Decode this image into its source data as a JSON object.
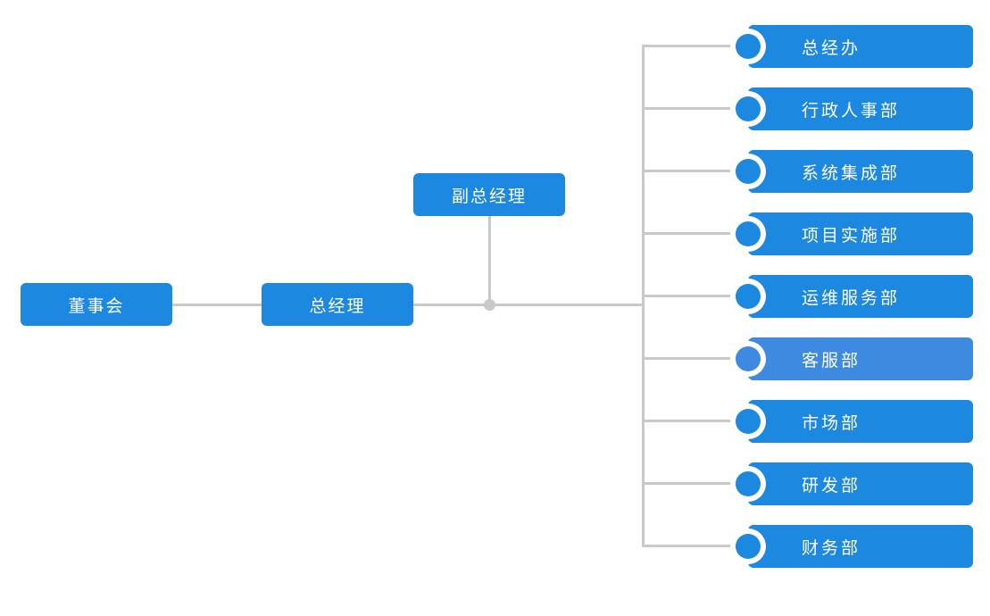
{
  "chart_data": {
    "type": "diagram",
    "title": "",
    "diagram_kind": "organization-chart",
    "orientation": "left-to-right",
    "root": "董事会",
    "nodes": [
      {
        "id": "board",
        "label": "董事会",
        "level": 0,
        "style": "box"
      },
      {
        "id": "gm",
        "label": "总经理",
        "level": 1,
        "style": "box"
      },
      {
        "id": "deputy",
        "label": "副总经理",
        "level": 2,
        "style": "box"
      },
      {
        "id": "dept-1",
        "label": "总经办",
        "level": 3,
        "style": "bar"
      },
      {
        "id": "dept-2",
        "label": "行政人事部",
        "level": 3,
        "style": "bar"
      },
      {
        "id": "dept-3",
        "label": "系统集成部",
        "level": 3,
        "style": "bar"
      },
      {
        "id": "dept-4",
        "label": "项目实施部",
        "level": 3,
        "style": "bar"
      },
      {
        "id": "dept-5",
        "label": "运维服务部",
        "level": 3,
        "style": "bar"
      },
      {
        "id": "dept-6",
        "label": "客服部",
        "level": 3,
        "style": "bar"
      },
      {
        "id": "dept-7",
        "label": "市场部",
        "level": 3,
        "style": "bar"
      },
      {
        "id": "dept-8",
        "label": "研发部",
        "level": 3,
        "style": "bar"
      },
      {
        "id": "dept-9",
        "label": "财务部",
        "level": 3,
        "style": "bar"
      }
    ],
    "edges": [
      {
        "from": "board",
        "to": "gm"
      },
      {
        "from": "gm",
        "to": "deputy"
      },
      {
        "from": "gm",
        "to": "dept-1"
      },
      {
        "from": "gm",
        "to": "dept-2"
      },
      {
        "from": "gm",
        "to": "dept-3"
      },
      {
        "from": "gm",
        "to": "dept-4"
      },
      {
        "from": "gm",
        "to": "dept-5"
      },
      {
        "from": "gm",
        "to": "dept-6"
      },
      {
        "from": "gm",
        "to": "dept-7"
      },
      {
        "from": "gm",
        "to": "dept-8"
      },
      {
        "from": "gm",
        "to": "dept-9"
      }
    ],
    "colors": {
      "node_fill": "#1d88e0",
      "node_fill_active": "#3d8ae0",
      "node_text": "#ffffff",
      "connector": "#c9c9c9",
      "background": "#ffffff"
    },
    "active_node": "dept-6"
  },
  "top_nodes": {
    "board": {
      "label": "董事会"
    },
    "general_manager": {
      "label": "总经理"
    },
    "deputy_general_manager": {
      "label": "副总经理"
    }
  },
  "departments": [
    {
      "label": "总经办",
      "active": false
    },
    {
      "label": "行政人事部",
      "active": false
    },
    {
      "label": "系统集成部",
      "active": false
    },
    {
      "label": "项目实施部",
      "active": false
    },
    {
      "label": "运维服务部",
      "active": false
    },
    {
      "label": "客服部",
      "active": true
    },
    {
      "label": "市场部",
      "active": false
    },
    {
      "label": "研发部",
      "active": false
    },
    {
      "label": "财务部",
      "active": false
    }
  ]
}
